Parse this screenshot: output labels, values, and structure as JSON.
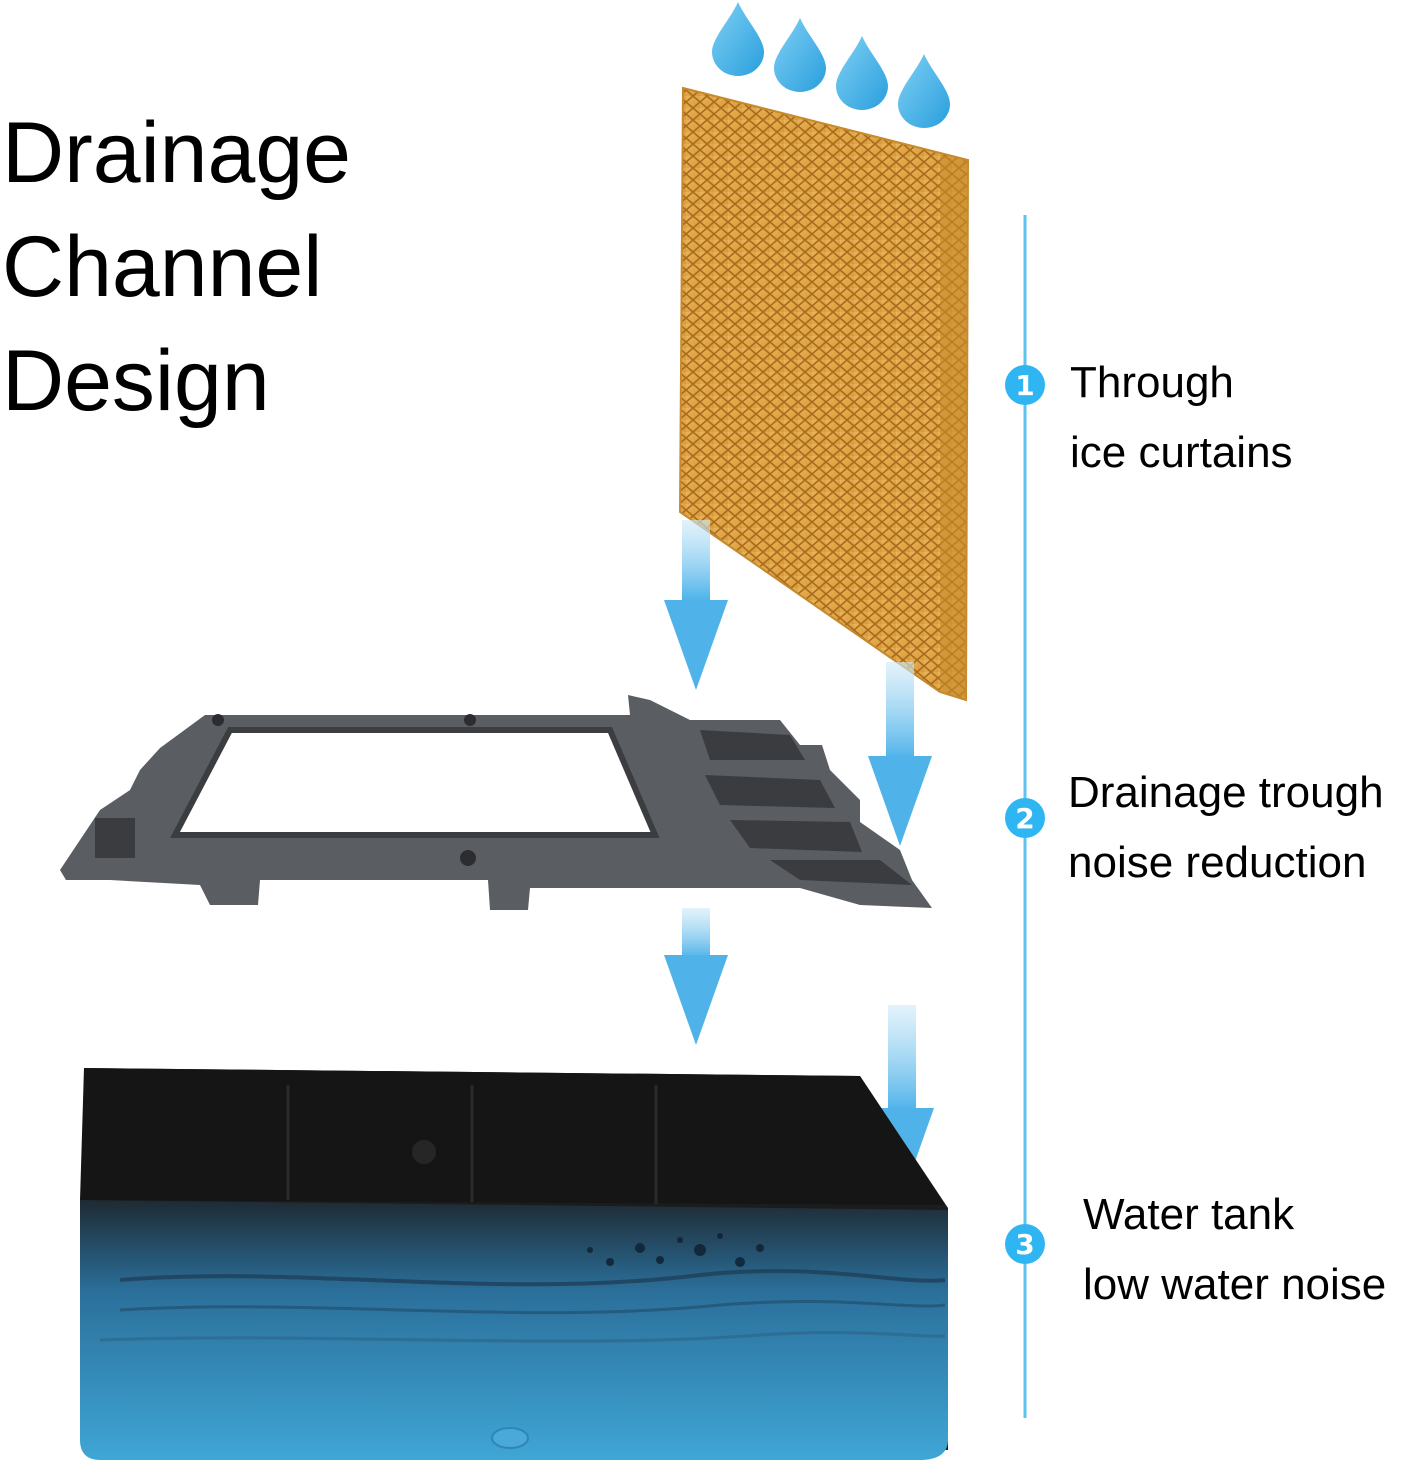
{
  "title": {
    "lines": [
      "Drainage",
      "Channel",
      "Design"
    ]
  },
  "steps": [
    {
      "number": "1",
      "line1": "Through",
      "line2": "ice curtains"
    },
    {
      "number": "2",
      "line1": "Drainage trough",
      "line2": "noise reduction"
    },
    {
      "number": "3",
      "line1": "Water tank",
      "line2": "low water noise"
    }
  ],
  "colors": {
    "accent": "#2fb6f2",
    "arrow": "#5fbbea",
    "droplet": "#4fb3e6",
    "pad": "#e0a545",
    "trough": "#5a5d62",
    "tank": "#1c1c1c",
    "water": "#3a9fd0"
  }
}
